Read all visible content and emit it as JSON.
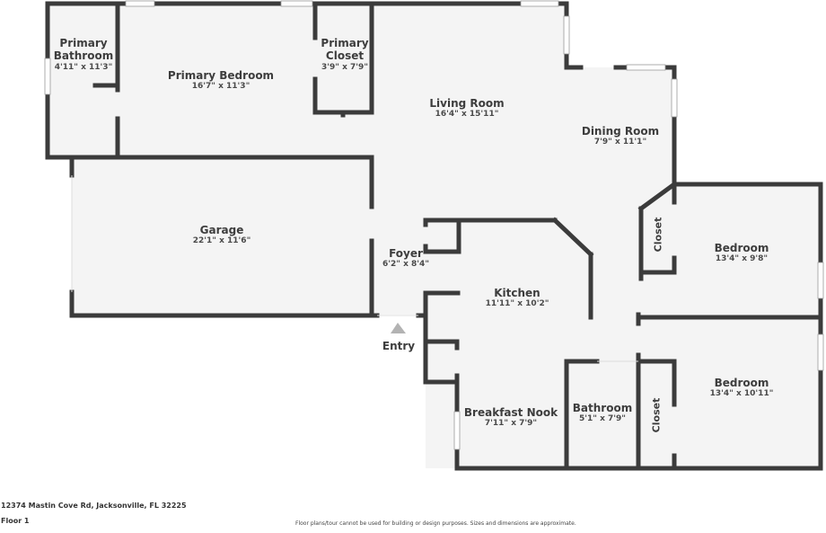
{
  "colors": {
    "wall": "#3b3b3b",
    "floor": "#f4f4f4",
    "window": "#ffffff",
    "entry_arrow": "#b3b3b3"
  },
  "rooms": [
    {
      "name": "Primary Bathroom",
      "name_lines": [
        "Primary",
        "Bathroom"
      ],
      "dimensions": "4'11\" x 11'3\""
    },
    {
      "name": "Primary Bedroom",
      "dimensions": "16'7\" x 11'3\""
    },
    {
      "name": "Primary Closet",
      "name_lines": [
        "Primary",
        "Closet"
      ],
      "dimensions": "3'9\" x 7'9\""
    },
    {
      "name": "Living Room",
      "dimensions": "16'4\" x 15'11\""
    },
    {
      "name": "Dining Room",
      "dimensions": "7'9\" x 11'1\""
    },
    {
      "name": "Garage",
      "dimensions": "22'1\" x 11'6\""
    },
    {
      "name": "Foyer",
      "dimensions": "6'2\" x 8'4\""
    },
    {
      "name": "Kitchen",
      "dimensions": "11'11\" x 10'2\""
    },
    {
      "name": "Bedroom",
      "dimensions": "13'4\" x 9'8\""
    },
    {
      "name": "Bedroom",
      "dimensions": "13'4\" x 10'11\""
    },
    {
      "name": "Breakfast Nook",
      "dimensions": "7'11\" x 7'9\""
    },
    {
      "name": "Bathroom",
      "dimensions": "5'1\" x 7'9\""
    },
    {
      "name": "Closet"
    },
    {
      "name": "Closet"
    }
  ],
  "entry": {
    "label": "Entry",
    "icon": "triangle-up-icon"
  },
  "footer": {
    "address": "12374 Mastin Cove Rd, Jacksonville, FL 32225",
    "floor": "Floor 1",
    "disclaimer": "Floor plans/tour cannot be used for building or design purposes. Sizes and dimensions are approximate."
  }
}
